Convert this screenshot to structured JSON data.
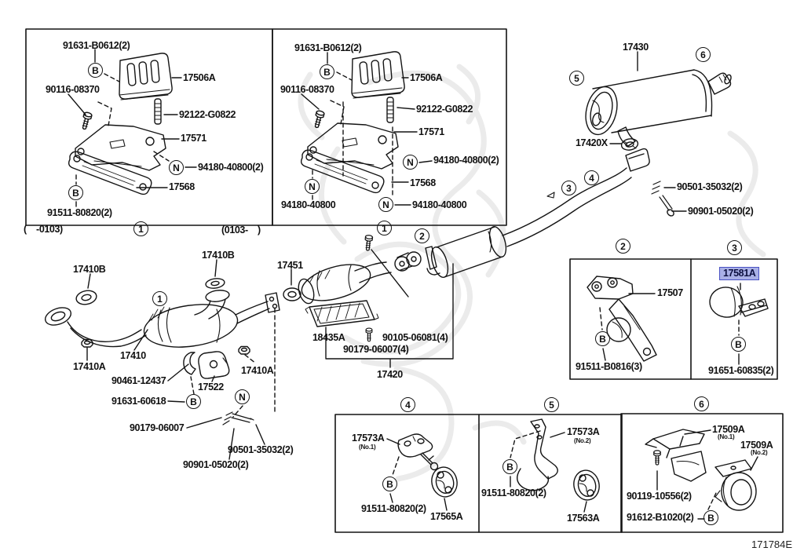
{
  "diagram_ref": "171784E",
  "colors": {
    "highlight_fill": "#a9b0e6",
    "highlight_border": "#4a52c4",
    "line": "#141414",
    "watermark": "#ebebeb"
  },
  "callouts": {
    "bolt": "B",
    "nut": "N",
    "v1": "1",
    "v2": "2",
    "v3": "3",
    "v4": "4",
    "v5": "5",
    "v6": "6"
  },
  "panel_pre": {
    "caption": "(    -0103)",
    "p91631": "91631-B0612(2)",
    "p17506A": "17506A",
    "p90116": "90116-08370",
    "p92122": "92122-G0822",
    "p17571": "17571",
    "p94180x2": "94180-40800(2)",
    "p17568": "17568",
    "p91511": "91511-80820(2)"
  },
  "panel_post": {
    "caption": "(0103-    )",
    "p91631": "91631-B0612(2)",
    "p17506A": "17506A",
    "p90116": "90116-08370",
    "p92122": "92122-G0822",
    "p17571": "17571",
    "p94180x2": "94180-40800(2)",
    "p17568": "17568",
    "p94180": "94180-40800"
  },
  "main": {
    "p17430": "17430",
    "p17420X": "17420X",
    "p90501": "90501-35032(2)",
    "p90901": "90901-05020(2)",
    "p17410B": "17410B",
    "p17451": "17451",
    "p17410": "17410",
    "p17410A": "17410A",
    "p90461": "90461-12437",
    "p17522": "17522",
    "p91631_60618": "91631-60618",
    "p90179": "90179-06007",
    "p18435A": "18435A",
    "p90105x4": "90105-06081(4)",
    "p90179x4": "90179-06007(4)",
    "p17420": "17420"
  },
  "panel_support": {
    "p17507": "17507",
    "p91511_B0816": "91511-B0816(3)",
    "p17581A": "17581A",
    "p91651": "91651-60835(2)"
  },
  "panel_hanger1": {
    "p17573A": "17573A",
    "sub": "(No.1)",
    "p91511": "91511-80820(2)",
    "p17565A": "17565A"
  },
  "panel_hanger2": {
    "p17573A": "17573A",
    "sub": "(No.2)",
    "p91511": "91511-80820(2)",
    "p17563A": "17563A"
  },
  "panel_hanger3": {
    "p17509A": "17509A",
    "sub1": "(No.1)",
    "sub2": "(No.2)",
    "p90119": "90119-10556(2)",
    "p91612": "91612-B1020(2)"
  }
}
